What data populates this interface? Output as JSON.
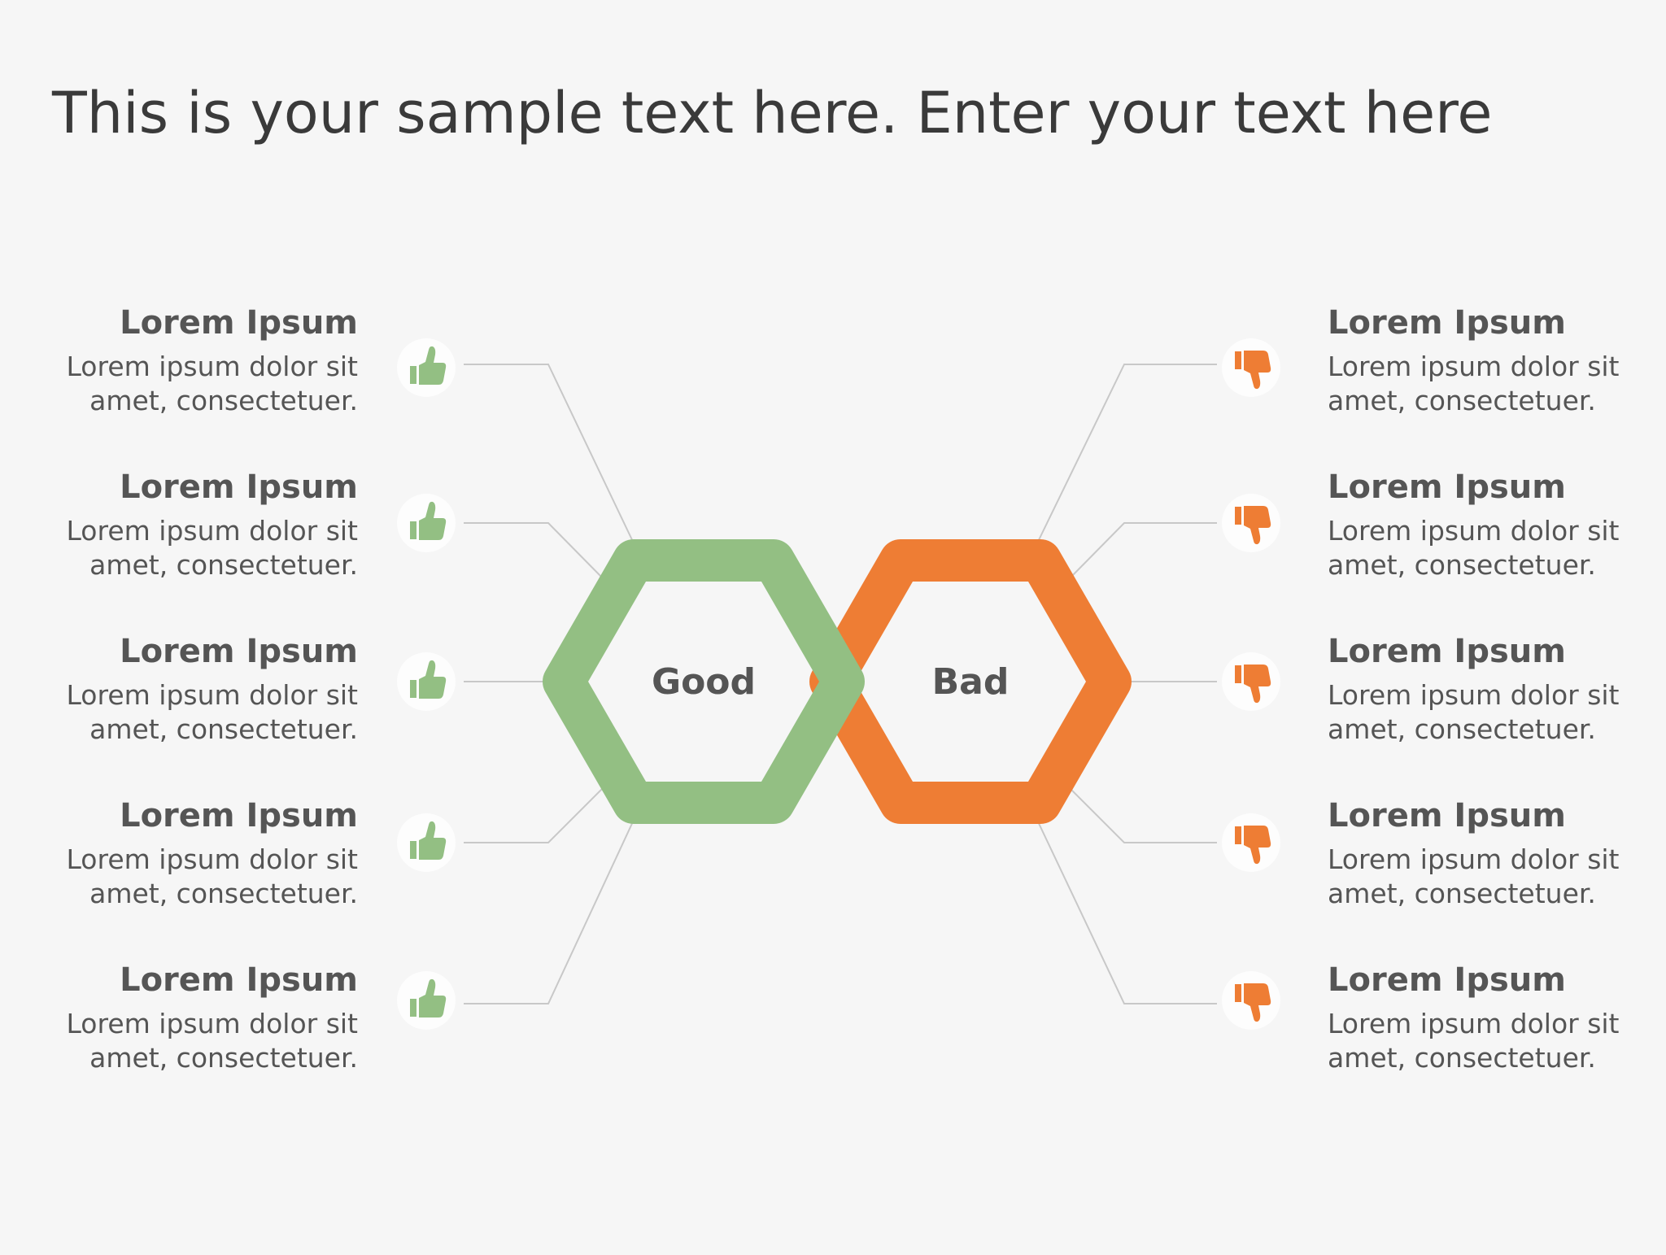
{
  "slide": {
    "title": "This is your sample text here. Enter your text here"
  },
  "good": {
    "label": "Good",
    "color": "#93bf83",
    "icon": "thumbs-up-icon",
    "items": [
      {
        "title": "Lorem Ipsum",
        "desc": "Lorem ipsum dolor sit\namet, consectetuer."
      },
      {
        "title": "Lorem Ipsum",
        "desc": "Lorem ipsum dolor sit\namet, consectetuer."
      },
      {
        "title": "Lorem Ipsum",
        "desc": "Lorem ipsum dolor sit\namet, consectetuer."
      },
      {
        "title": "Lorem Ipsum",
        "desc": "Lorem ipsum dolor sit\namet, consectetuer."
      },
      {
        "title": "Lorem Ipsum",
        "desc": "Lorem ipsum dolor sit\namet, consectetuer."
      }
    ]
  },
  "bad": {
    "label": "Bad",
    "color": "#ee7d34",
    "icon": "thumbs-down-icon",
    "items": [
      {
        "title": "Lorem Ipsum",
        "desc": "Lorem ipsum dolor sit\namet, consectetuer."
      },
      {
        "title": "Lorem Ipsum",
        "desc": "Lorem ipsum dolor sit\namet, consectetuer."
      },
      {
        "title": "Lorem Ipsum",
        "desc": "Lorem ipsum dolor sit\namet, consectetuer."
      },
      {
        "title": "Lorem Ipsum",
        "desc": "Lorem ipsum dolor sit\namet, consectetuer."
      },
      {
        "title": "Lorem Ipsum",
        "desc": "Lorem ipsum dolor sit\namet, consectetuer."
      }
    ]
  },
  "colors": {
    "text": "#555555",
    "connector": "#c8c8c8"
  }
}
